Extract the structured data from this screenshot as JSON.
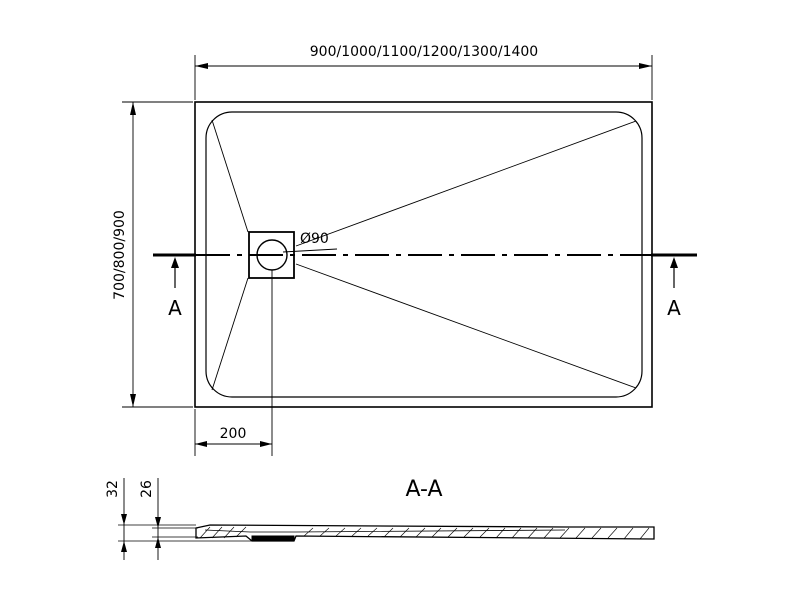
{
  "drawing": {
    "width_dimension": "900/1000/1100/1200/1300/1400",
    "height_dimension": "700/800/900",
    "drain_offset": "200",
    "drain_diameter": "Ø90",
    "section_marker_left": "A",
    "section_marker_right": "A",
    "section_title": "A-A",
    "thickness_total": "32",
    "thickness_edge": "26"
  },
  "colors": {
    "line": "#000000",
    "background": "#ffffff"
  }
}
